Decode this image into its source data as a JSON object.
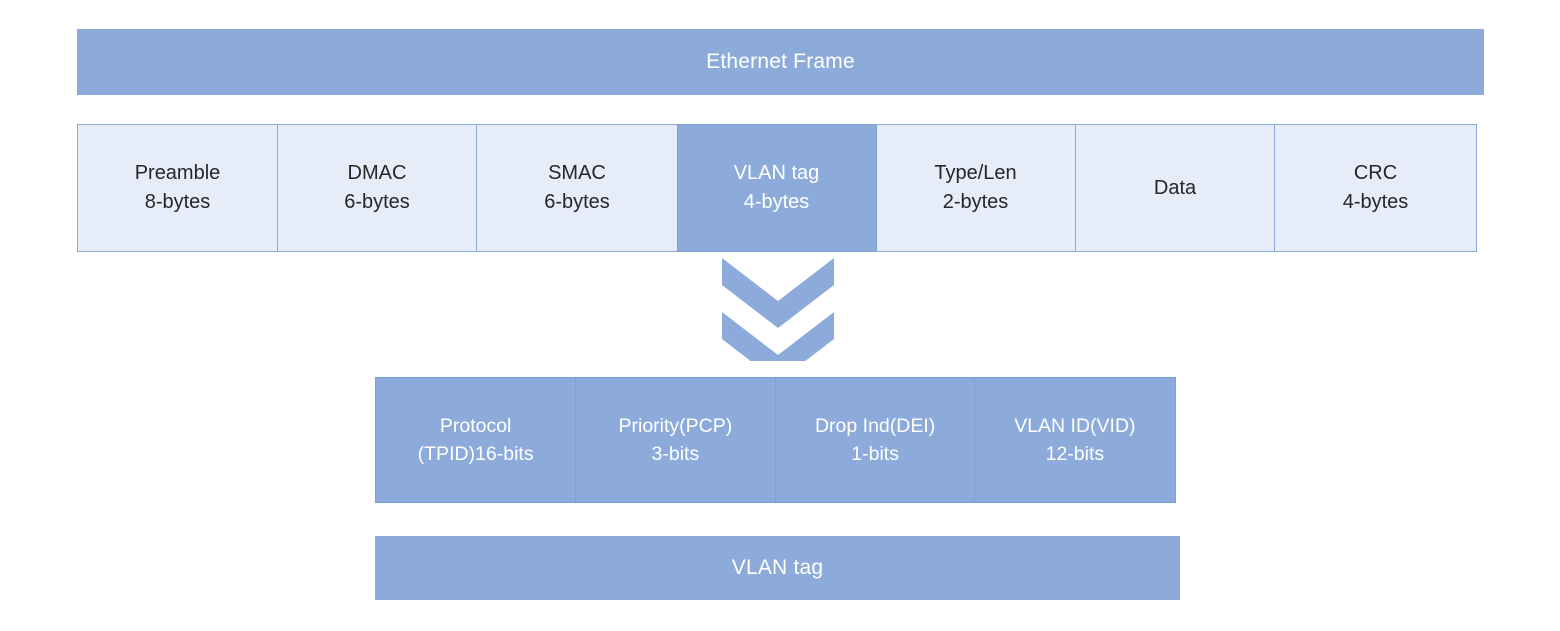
{
  "diagram": {
    "title": "Ethernet Frame",
    "colors": {
      "accent": "#8cabdb",
      "cell_fill": "#e6edf8",
      "cell_border": "#8cabdb",
      "text_dark": "#262626",
      "text_light": "#ffffff"
    },
    "frame_row": {
      "cells": [
        {
          "name": "Preamble",
          "size": "8-bytes",
          "highlighted": false
        },
        {
          "name": "DMAC",
          "size": "6-bytes",
          "highlighted": false
        },
        {
          "name": "SMAC",
          "size": "6-bytes",
          "highlighted": false
        },
        {
          "name": "VLAN tag",
          "size": "4-bytes",
          "highlighted": true
        },
        {
          "name": "Type/Len",
          "size": "2-bytes",
          "highlighted": false
        },
        {
          "name": "Data",
          "size": "",
          "highlighted": false
        },
        {
          "name": "CRC",
          "size": "4-bytes",
          "highlighted": false
        }
      ]
    },
    "expander": {
      "icon": "double-chevron-down-icon",
      "count": 2
    },
    "vlan_row": {
      "cells": [
        {
          "name": "Protocol",
          "size": "(TPID)16-bits"
        },
        {
          "name": "Priority(PCP)",
          "size": "3-bits"
        },
        {
          "name": "Drop Ind(DEI)",
          "size": "1-bits"
        },
        {
          "name": "VLAN ID(VID)",
          "size": "12-bits"
        }
      ]
    },
    "vlan_title": "VLAN tag"
  }
}
